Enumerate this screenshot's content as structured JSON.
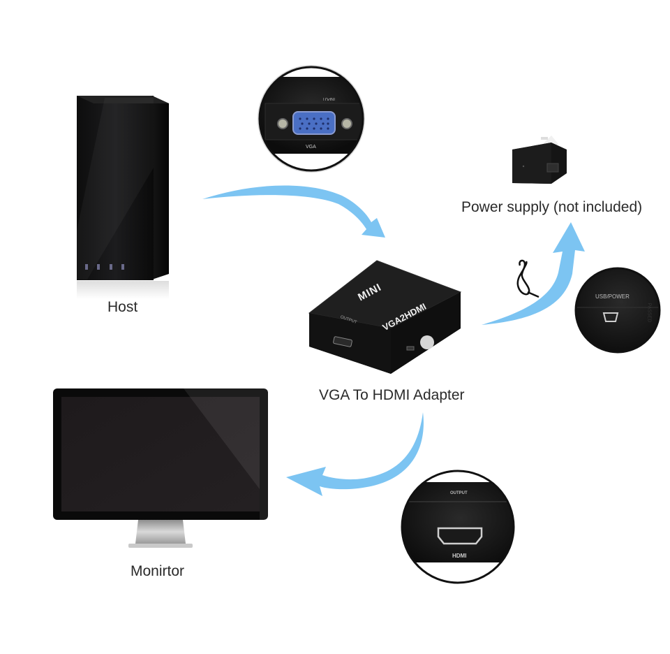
{
  "labels": {
    "host": "Host",
    "monitor": "Monirtor",
    "adapter": "VGA To HDMI Adapter",
    "power_supply": "Power supply (not included)"
  },
  "adapter_device": {
    "top_text_1": "MINI",
    "top_text_2": "VGA2HDMI",
    "side_text": "OUTPUT"
  },
  "callouts": {
    "vga": {
      "port_label": "VGA",
      "header_text": "INPUT"
    },
    "usb": {
      "port_label": "USB/POWER",
      "badge": "PASSED"
    },
    "hdmi": {
      "port_label": "HDMI",
      "header_text": "OUTPUT"
    }
  },
  "colors": {
    "arrow": "#7cc4f2",
    "device": "#1a1a1a",
    "text": "#2a2a2a",
    "vga_port": "#4a6fc4"
  }
}
